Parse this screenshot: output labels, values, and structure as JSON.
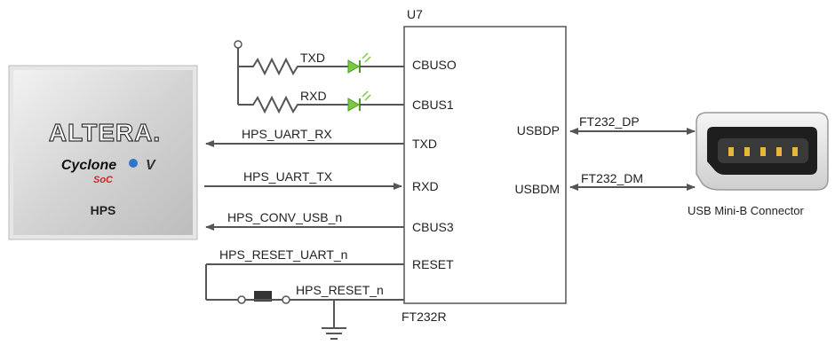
{
  "chip": {
    "ref": "U7",
    "part": "FT232R",
    "left_pins": [
      "CBUSO",
      "CBUS1",
      "TXD",
      "RXD",
      "CBUS3",
      "RESET"
    ],
    "right_pins": [
      "USBDP",
      "USBDM"
    ]
  },
  "hps": {
    "logo": "ALTERA.",
    "family": "Cyclone",
    "family_suffix": "V",
    "soc": "SoC",
    "label": "HPS"
  },
  "signals": {
    "txd": "TXD",
    "rxd": "RXD",
    "uart_rx": "HPS_UART_RX",
    "uart_tx": "HPS_UART_TX",
    "conv_usb": "HPS_CONV_USB_n",
    "reset_uart": "HPS_RESET_UART_n",
    "reset": "HPS_RESET_n",
    "dp": "FT232_DP",
    "dm": "FT232_DM"
  },
  "connector": {
    "label": "USB Mini-B Connector"
  },
  "colors": {
    "wire": "#555555",
    "led": "#7ac943",
    "hps_box": "#d9d9d9",
    "cyclone_red": "#d2232a"
  }
}
